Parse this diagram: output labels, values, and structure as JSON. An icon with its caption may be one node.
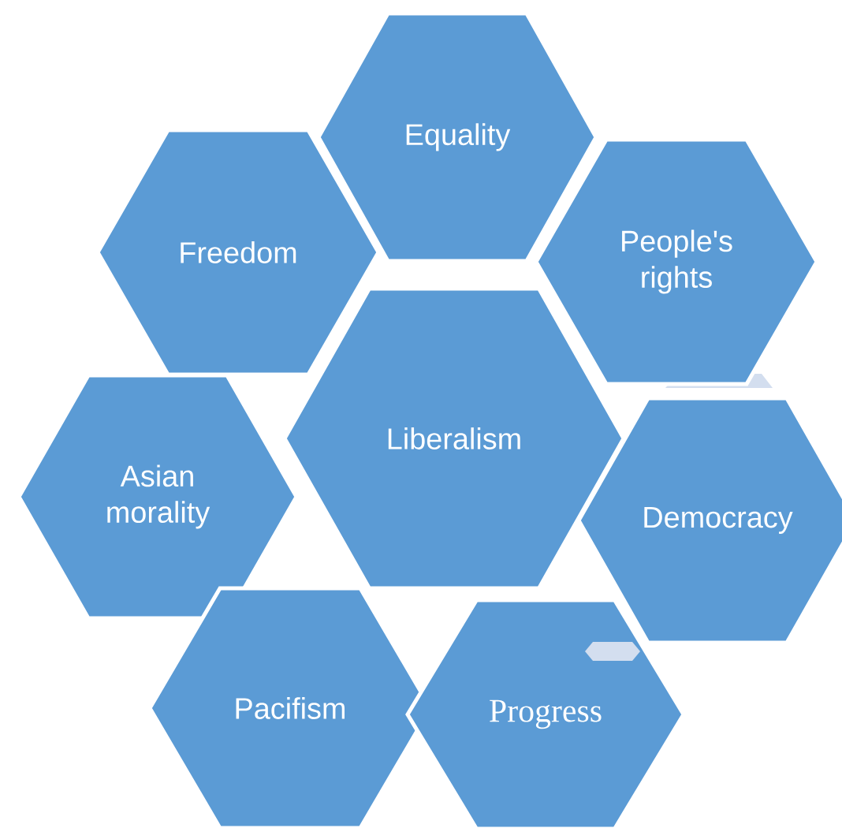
{
  "diagram": {
    "nodes": [
      {
        "text": [
          "Equality"
        ]
      },
      {
        "text": [
          "Freedom"
        ]
      },
      {
        "text": [
          "People's rights"
        ]
      },
      {
        "text": [
          "Liberalism"
        ]
      },
      {
        "text": [
          "Asian morality"
        ]
      },
      {
        "text": [
          "Democracy"
        ]
      },
      {
        "text": [
          "Pacifism"
        ]
      },
      {
        "text": [
          "Progress"
        ]
      }
    ]
  }
}
